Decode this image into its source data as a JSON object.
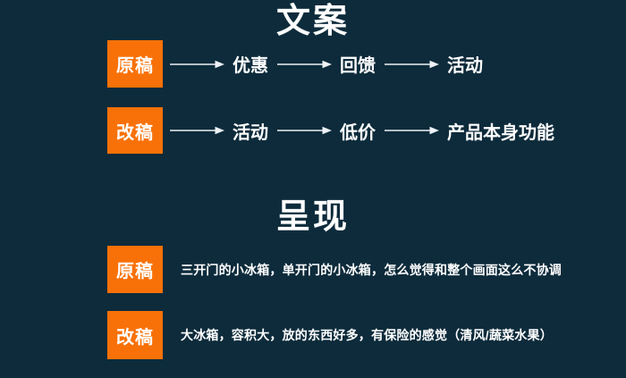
{
  "colors": {
    "background": "#0d2b3b",
    "accent": "#f87108",
    "text": "#ffffff",
    "arrow": "#edf2f5"
  },
  "copy_section": {
    "title": "文案",
    "rows": [
      {
        "badge": "原稿",
        "steps": [
          "优惠",
          "回馈",
          "活动"
        ]
      },
      {
        "badge": "改稿",
        "steps": [
          "活动",
          "低价",
          "产品本身功能"
        ]
      }
    ]
  },
  "present_section": {
    "title": "呈现",
    "rows": [
      {
        "badge": "原稿",
        "text": "三开门的小冰箱，单开门的小冰箱，怎么觉得和整个画面这么不协调"
      },
      {
        "badge": "改稿",
        "text": "大冰箱，容积大，放的东西好多，有保险的感觉（清风/蔬菜水果）"
      }
    ]
  }
}
